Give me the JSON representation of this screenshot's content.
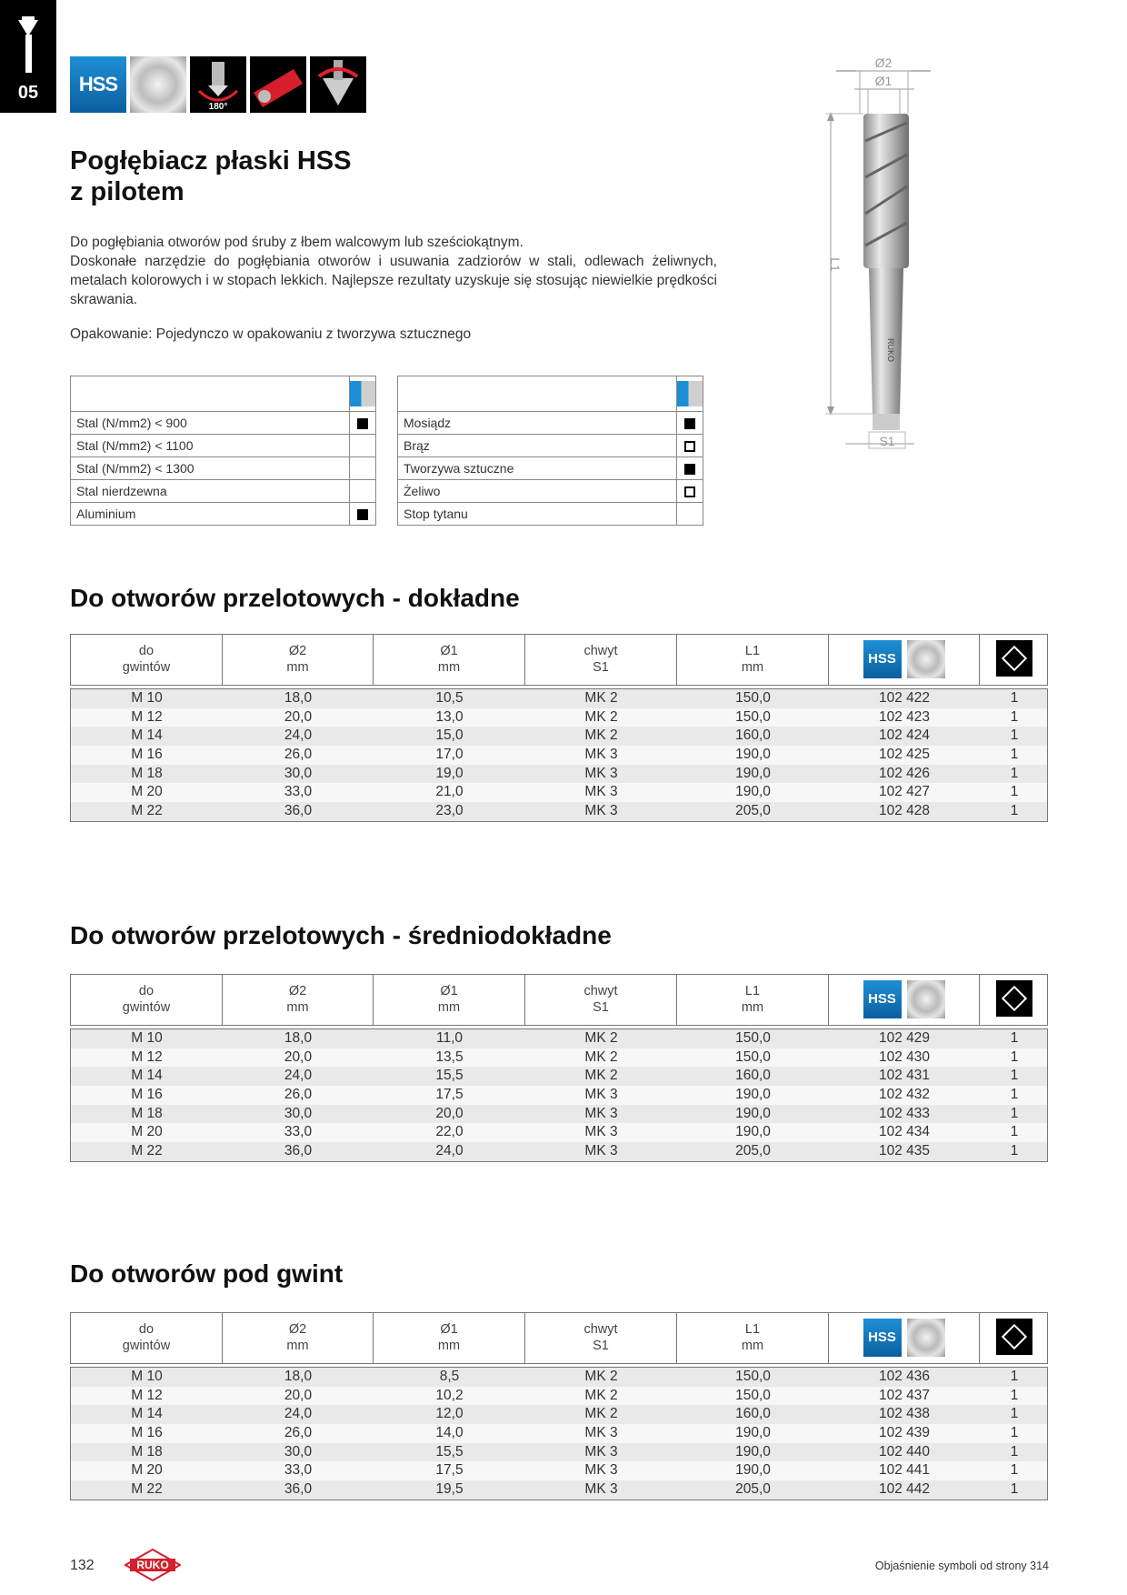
{
  "chapter": {
    "number": "05"
  },
  "title_lines": [
    "Pogłębiacz płaski HSS",
    "z pilotem"
  ],
  "intro_lines": [
    "Do pogłębiania otworów pod śruby z łbem walcowym lub sześciokątnym.",
    "Doskonałe narzędzie do pogłębiania otworów i usuwania zadziorów w stali, odlewach żeliwnych, metalach kolorowych i w stopach lekkich. Najlepsze rezultaty uzyskuje się stosując niewielkie prędkości skrawania."
  ],
  "packaging": "Opakowanie: Pojedynczo w opakowaniu z tworzywa sztucznego",
  "header_icons": [
    "hss-icon",
    "ground-finish-icon",
    "180-degree-icon",
    "countersink-red-icon",
    "rotation-icon"
  ],
  "header_icon_180": "180°",
  "header_icon_hss": "HSS",
  "drawing": {
    "d2": "Ø2",
    "d1": "Ø1",
    "l1": "L1",
    "s1": "S1",
    "brand": "RUKO"
  },
  "materials_left": [
    {
      "label": "Stal (N/mm2) < 900",
      "mark": "full"
    },
    {
      "label": "Stal (N/mm2) < 1100",
      "mark": "none"
    },
    {
      "label": "Stal (N/mm2) < 1300",
      "mark": "none"
    },
    {
      "label": "Stal nierdzewna",
      "mark": "none"
    },
    {
      "label": "Aluminium",
      "mark": "full"
    }
  ],
  "materials_right": [
    {
      "label": "Mosiądz",
      "mark": "full"
    },
    {
      "label": "Brąz",
      "mark": "empty"
    },
    {
      "label": "Tworzywa sztuczne",
      "mark": "full"
    },
    {
      "label": "Żeliwo",
      "mark": "empty"
    },
    {
      "label": "Stop tytanu",
      "mark": "none"
    }
  ],
  "columns": {
    "thread": [
      "do",
      "gwintów"
    ],
    "d2": [
      "Ø2",
      "mm"
    ],
    "d1": [
      "Ø1",
      "mm"
    ],
    "shank": [
      "chwyt",
      "S1"
    ],
    "l1": [
      "L1",
      "mm"
    ],
    "hss": "HSS"
  },
  "sections": [
    {
      "title": "Do otworów przelotowych - dokładne",
      "rows": [
        [
          "M 10",
          "18,0",
          "10,5",
          "MK 2",
          "150,0",
          "102 422",
          "1"
        ],
        [
          "M 12",
          "20,0",
          "13,0",
          "MK 2",
          "150,0",
          "102 423",
          "1"
        ],
        [
          "M 14",
          "24,0",
          "15,0",
          "MK 2",
          "160,0",
          "102 424",
          "1"
        ],
        [
          "M 16",
          "26,0",
          "17,0",
          "MK 3",
          "190,0",
          "102 425",
          "1"
        ],
        [
          "M 18",
          "30,0",
          "19,0",
          "MK 3",
          "190,0",
          "102 426",
          "1"
        ],
        [
          "M 20",
          "33,0",
          "21,0",
          "MK 3",
          "190,0",
          "102 427",
          "1"
        ],
        [
          "M 22",
          "36,0",
          "23,0",
          "MK 3",
          "205,0",
          "102 428",
          "1"
        ]
      ]
    },
    {
      "title": "Do otworów przelotowych - średniodokładne",
      "rows": [
        [
          "M 10",
          "18,0",
          "11,0",
          "MK 2",
          "150,0",
          "102 429",
          "1"
        ],
        [
          "M 12",
          "20,0",
          "13,5",
          "MK 2",
          "150,0",
          "102 430",
          "1"
        ],
        [
          "M 14",
          "24,0",
          "15,5",
          "MK 2",
          "160,0",
          "102 431",
          "1"
        ],
        [
          "M 16",
          "26,0",
          "17,5",
          "MK 3",
          "190,0",
          "102 432",
          "1"
        ],
        [
          "M 18",
          "30,0",
          "20,0",
          "MK 3",
          "190,0",
          "102 433",
          "1"
        ],
        [
          "M 20",
          "33,0",
          "22,0",
          "MK 3",
          "190,0",
          "102 434",
          "1"
        ],
        [
          "M 22",
          "36,0",
          "24,0",
          "MK 3",
          "205,0",
          "102 435",
          "1"
        ]
      ]
    },
    {
      "title": "Do otworów pod gwint",
      "rows": [
        [
          "M 10",
          "18,0",
          "8,5",
          "MK 2",
          "150,0",
          "102 436",
          "1"
        ],
        [
          "M 12",
          "20,0",
          "10,2",
          "MK 2",
          "150,0",
          "102 437",
          "1"
        ],
        [
          "M 14",
          "24,0",
          "12,0",
          "MK 2",
          "160,0",
          "102 438",
          "1"
        ],
        [
          "M 16",
          "26,0",
          "14,0",
          "MK 3",
          "190,0",
          "102 439",
          "1"
        ],
        [
          "M 18",
          "30,0",
          "15,5",
          "MK 3",
          "190,0",
          "102 440",
          "1"
        ],
        [
          "M 20",
          "33,0",
          "17,5",
          "MK 3",
          "190,0",
          "102 441",
          "1"
        ],
        [
          "M 22",
          "36,0",
          "19,5",
          "MK 3",
          "205,0",
          "102 442",
          "1"
        ]
      ]
    }
  ],
  "footer": {
    "page": "132",
    "brand": "RUKO",
    "note": "Objaśnienie symboli od strony 314"
  }
}
